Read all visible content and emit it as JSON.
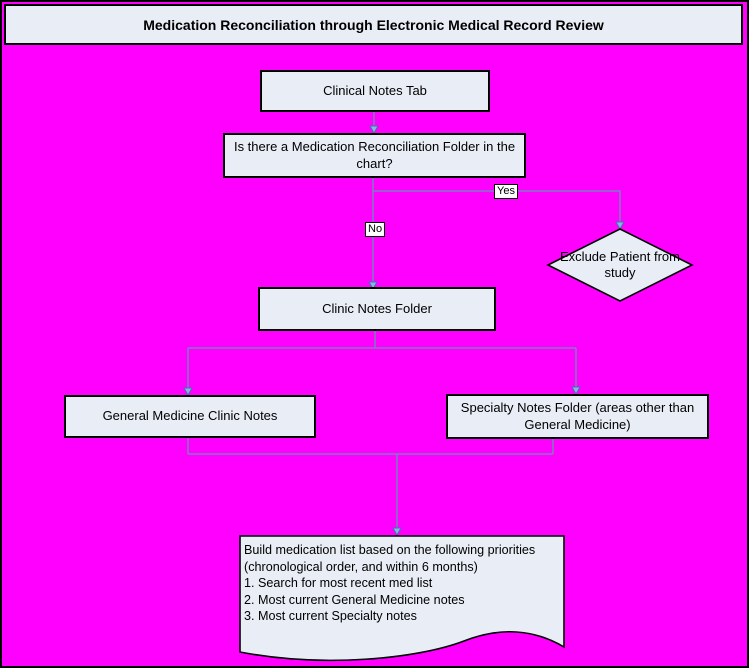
{
  "title": "Medication Reconciliation through Electronic Medical Record Review",
  "colors": {
    "background": "#ff00ff",
    "shape_fill": "#e9edf6",
    "shape_border": "#000000",
    "connector_line": "#6492b8",
    "arrowhead": "#6e96d8"
  },
  "nodes": {
    "clinical_notes_tab": {
      "label": "Clinical Notes Tab",
      "shape": "rectangle"
    },
    "med_rec_question": {
      "label": "Is there a Medication Reconciliation Folder in the chart?",
      "shape": "rectangle"
    },
    "exclude_patient": {
      "label": "Exclude Patient from study",
      "shape": "diamond"
    },
    "clinic_notes_folder": {
      "label": "Clinic Notes Folder",
      "shape": "rectangle"
    },
    "general_medicine_clinic_notes": {
      "label": "General Medicine Clinic Notes",
      "shape": "rectangle"
    },
    "specialty_notes_folder": {
      "label": "Specialty Notes Folder (areas other than General Medicine)",
      "shape": "rectangle"
    },
    "build_med_list": {
      "shape": "document",
      "intro": "Build medication list based on the following priorities (chronological order, and within 6 months)",
      "items": [
        "1. Search for most recent med list",
        "2. Most current General Medicine notes",
        "3. Most current Specialty notes"
      ]
    }
  },
  "edge_labels": {
    "yes": "Yes",
    "no": "No"
  }
}
